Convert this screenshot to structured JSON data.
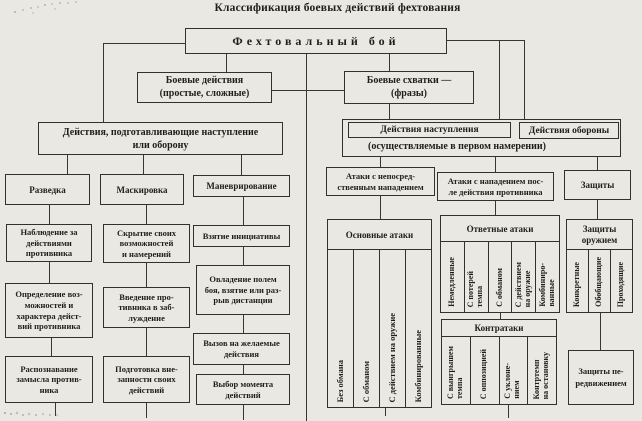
{
  "title": "Классификация боевых действий фехтования",
  "nodes": {
    "root": "Фехтовальный бой",
    "combat_actions": "Боевые действия\n(простые, сложные)",
    "combat_bouts": "Боевые схватки  —\n(фразы)",
    "preparing": "Действия, подготавливающие наступление\nили оборону",
    "attack_actions": "Действия наступления",
    "defense_actions": "Действия обороны",
    "first_intention_note": "(осуществляемые в первом намерении)",
    "razvedka": "Разведка",
    "nablyudenie": "Наблюдение за\nдействиями\nпротивника",
    "opredelenie": "Определение воз-\nможностей и\nхарактера дейст-\nвий противника",
    "raspoznavanie": "Распознавание\nзамысла против-\nника",
    "maskirovka": "Маскировка",
    "skrytie": "Скрытие своих\nвозможностей\nи намерений",
    "vvedenie": "Введение про-\nтивника в заб-\nлуждение",
    "podgotovka": "Подготовка вне-\nзапности своих\nдействий",
    "manevrirovanie": "Маневрирование",
    "vzyatie": "Взятие  инициативы",
    "ovladenie": "Овладение полем\nбоя, взятие или раз-\nрыв дистанции",
    "vyzov": "Вызов на  желаемые\nдействия",
    "vybor": "Выбор момента\nдействий",
    "ataki_direct": "Атаки с непосред-\nственным нападением",
    "osnovnye_header": "Основные атаки",
    "osnovnye_cols": [
      "Без обмана",
      "С обманом",
      "С действием на оружие",
      "Комбинированные"
    ],
    "ataki_after": "Атаки с нападением пос-\nле действия противника",
    "otvetnye_header": "Ответные атаки",
    "otvetnye_cols": [
      "Немедленные",
      "С потерей\nтемпа",
      "С обманом",
      "С действием\nна оружие",
      "Комбиниро-\nванные"
    ],
    "kontrataki_header": "Контратаки",
    "kontrataki_cols": [
      "С выигрышем\nтемпа",
      "С оппозицией",
      "С уклоне-\nнием",
      "Контртемп\nна остановку"
    ],
    "zashchity": "Защиты",
    "zashchity_oruzhiem_header": "Защиты\nоружием",
    "zashchity_oruzhiem_cols": [
      "Конкретные",
      "Обобщающие",
      "Проходящие"
    ],
    "zashchity_peredvizheniem": "Защиты пе-\nредвижением"
  }
}
